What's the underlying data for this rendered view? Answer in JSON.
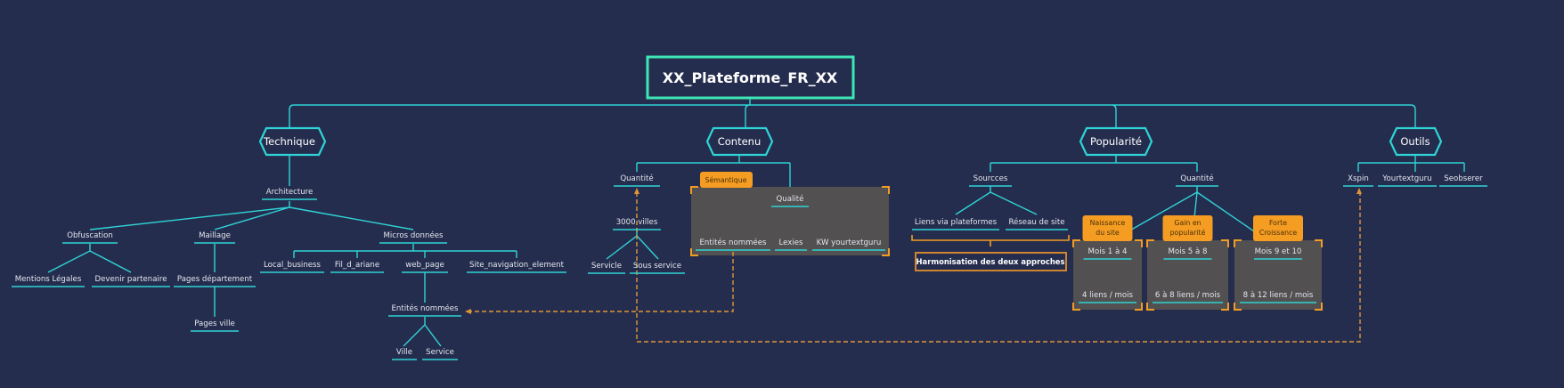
{
  "colors": {
    "background": "#252d4e",
    "branch_line": "#2fd4d6",
    "root_border": "#3ee6b4",
    "accent_orange": "#f59c22",
    "boundary_fill": "#525050",
    "text": "#e3e6ee"
  },
  "root": {
    "label": "XX_Plateforme_FR_XX"
  },
  "branches": {
    "technique": {
      "label": "Technique",
      "architecture": "Architecture",
      "obfuscation": "Obfuscation",
      "mentions_legales": "Mentions Légales",
      "devenir_partenaire": "Devenir partenaire",
      "maillage": "Maillage",
      "pages_departement": "Pages département",
      "pages_ville": "Pages ville",
      "micros_donnees": "Micros données",
      "local_business": "Local_business",
      "fil_d_ariane": "Fil_d_ariane",
      "web_page": "web_page",
      "site_navigation_element": "Site_navigation_element",
      "entites_nommees": "Entités nommées",
      "ville": "Ville",
      "service": "Service"
    },
    "contenu": {
      "label": "Contenu",
      "quantite": "Quantité",
      "villes": "3000 villes",
      "servicle": "Servicle",
      "sous_service": "Sous service",
      "semantique_tag": "Sémantique",
      "qualite": "Qualité",
      "entites_nommees": "Entités nommées",
      "lexies": "Lexies",
      "kw_yourtextguru": "KW yourtextguru"
    },
    "popularite": {
      "label": "Popularité",
      "sourcces": "Sourcces",
      "liens_via_plateformes": "Liens via plateformes",
      "reseau_de_site": "Réseau de site",
      "summary": "Harmonisation des deux approches",
      "quantite": "Quantité",
      "phases": [
        {
          "tag_line1": "Naissance",
          "tag_line2": "du site",
          "period": "Mois 1 à 4",
          "links": "4 liens / mois"
        },
        {
          "tag_line1": "Gain en",
          "tag_line2": "popularité",
          "period": "Mois 5 à 8",
          "links": "6 à 8 liens / mois"
        },
        {
          "tag_line1": "Forte",
          "tag_line2": "Croissance",
          "period": "Mois 9 et 10",
          "links": "8 à 12 liens / mois"
        }
      ]
    },
    "outils": {
      "label": "Outils",
      "xspin": "Xspin",
      "yourtextguru": "Yourtextguru",
      "seobserer": "Seobserer"
    }
  }
}
